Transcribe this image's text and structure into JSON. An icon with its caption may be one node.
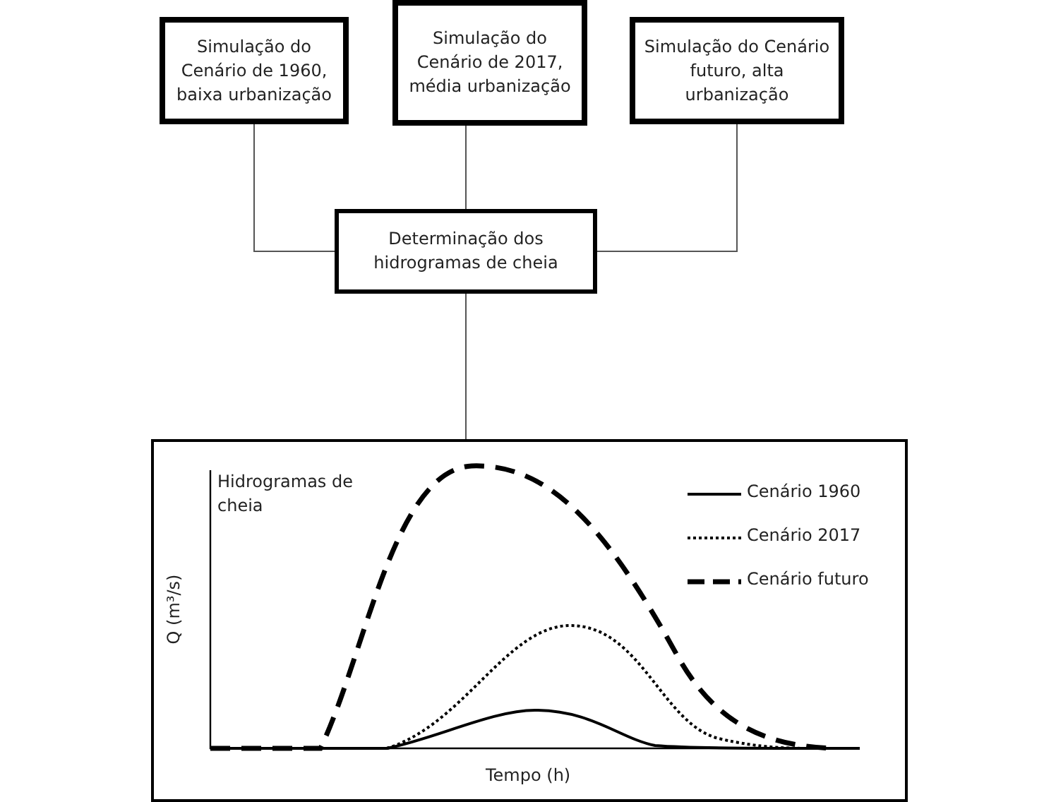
{
  "diagram": {
    "nodes": [
      {
        "text": [
          "Simulação do Cenário de 1960, baixa urbanização"
        ]
      },
      {
        "text": [
          "Simulação do Cenário de 2017, média urbanização"
        ]
      },
      {
        "text": [
          "Simulação do Cenário futuro, alta urbanização"
        ]
      },
      {
        "text": [
          "Determinação dos hidrogramas de cheia"
        ]
      },
      {
        "text": [
          "Hidrogramas de cheia"
        ]
      }
    ],
    "edges": [
      {
        "from": 0,
        "to": 3,
        "arrow": "none"
      },
      {
        "from": 1,
        "to": 3,
        "arrow": "none"
      },
      {
        "from": 2,
        "to": 3,
        "arrow": "none"
      },
      {
        "from": 3,
        "to": 4,
        "arrow": "none"
      }
    ],
    "labels": [
      "Q (m³/s)",
      "Tempo (h)"
    ],
    "legend": [
      {
        "text": "Cenário 1960"
      },
      {
        "text": "Cenário 2017"
      },
      {
        "text": "Cenário futuro"
      }
    ]
  }
}
